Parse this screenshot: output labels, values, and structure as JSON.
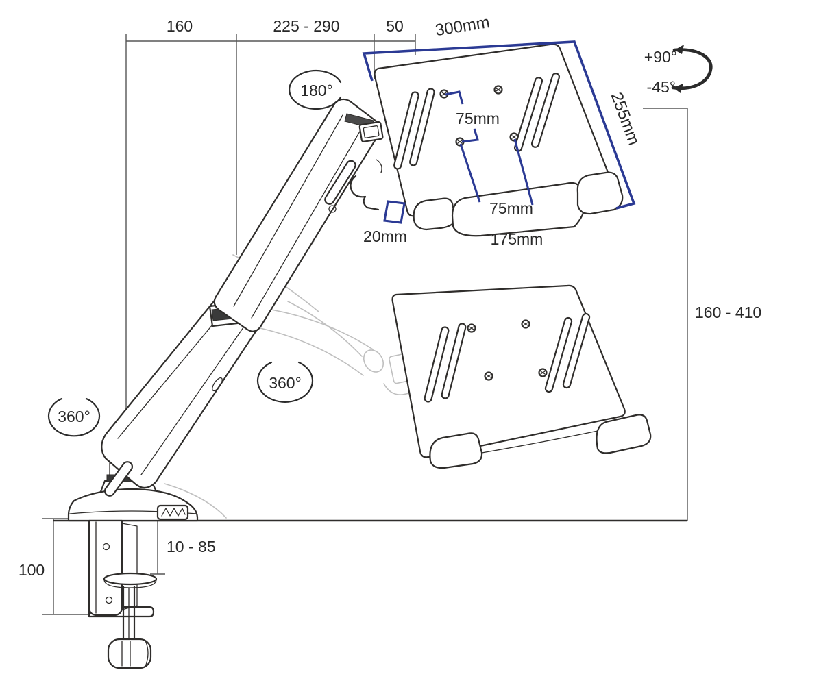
{
  "diagram": {
    "type": "technical-dimension-drawing",
    "subject": "gas-spring laptop tray desk mount arm",
    "colors": {
      "line": "#2f2d2b",
      "dimension_line": "#565656",
      "accent_blue": "#2b3a94",
      "ghost": "#bfbfbf",
      "text": "#282828",
      "background": "#ffffff"
    },
    "top_dimensions": {
      "base_to_elbow": "160",
      "elbow_to_head": "225 - 290",
      "head_to_tray": "50"
    },
    "tray": {
      "width": "300mm",
      "depth": "255mm",
      "vesa_vertical": "75mm",
      "vesa_horizontal": "75mm",
      "front_lip_depth": "20mm",
      "front_lip_width": "175mm"
    },
    "ranges": {
      "height_adjustment": "160 - 410",
      "desk_clamp_opening": "10 - 85",
      "clamp_bracket_height": "100"
    },
    "rotations": {
      "tilt_up": "+90°",
      "tilt_down": "-45°",
      "head_swivel": "180°",
      "mid_joint_swivel": "360°",
      "base_swivel": "360°"
    }
  }
}
